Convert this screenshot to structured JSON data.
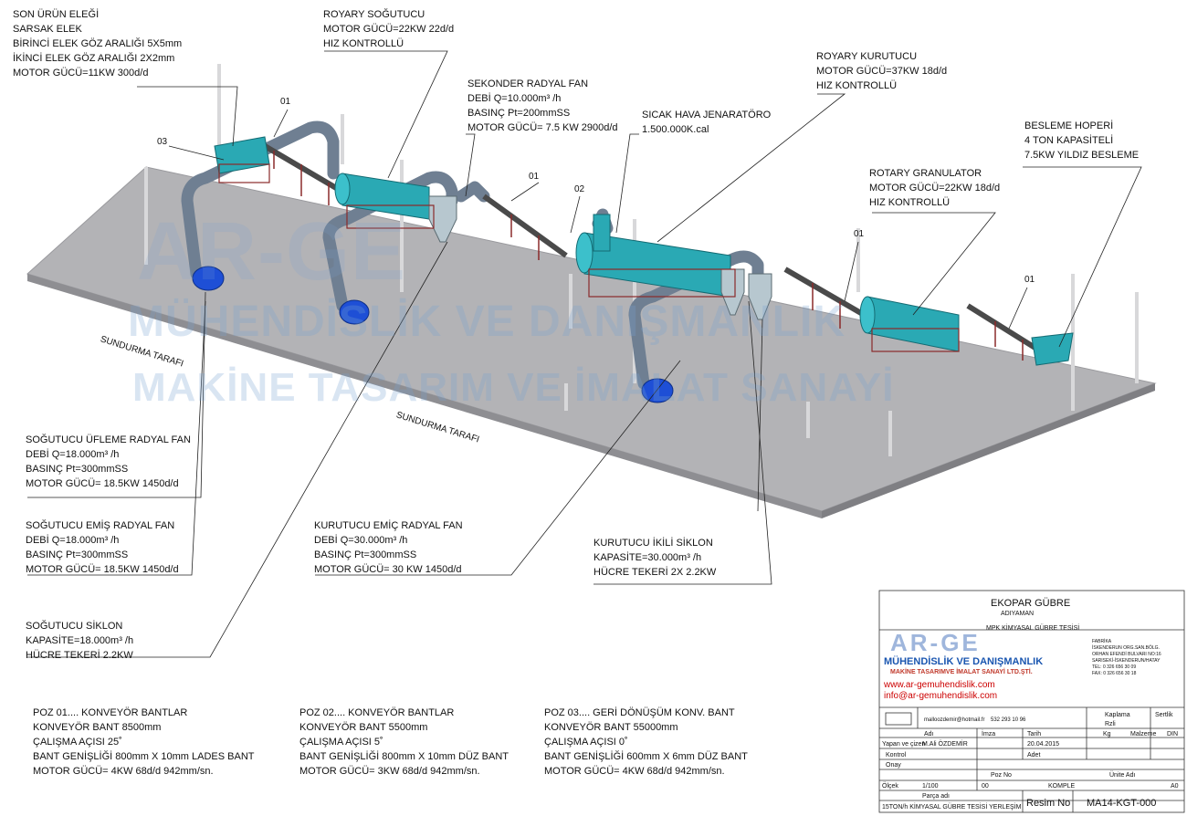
{
  "labels": {
    "sarsak": [
      "SON ÜRÜN ELEĞİ",
      "SARSAK ELEK",
      "BİRİNCİ ELEK GÖZ ARALIĞI 5X5mm",
      "İKİNCİ ELEK GÖZ ARALIĞI 2X2mm",
      "MOTOR GÜCÜ=11KW 300d/d"
    ],
    "sogutucu": [
      "ROYARY SOĞUTUCU",
      "MOTOR GÜCÜ=22KW 22d/d",
      "HIZ KONTROLLÜ"
    ],
    "kurutucu": [
      "ROYARY KURUTUCU",
      "MOTOR GÜCÜ=37KW 18d/d",
      "HIZ KONTROLLÜ"
    ],
    "sekonder": [
      "SEKONDER RADYAL FAN",
      "DEBİ  Q=10.000m³ /h",
      "BASINÇ Pt=200mmSS",
      "MOTOR GÜCÜ= 7.5 KW 2900d/d"
    ],
    "jenerator": [
      "SICAK HAVA JENARATÖRO",
      "1.500.000K.cal"
    ],
    "hoper": [
      "BESLEME HOPERİ",
      "4 TON KAPASİTELİ",
      "7.5KW YILDIZ BESLEME"
    ],
    "granulator": [
      "ROTARY GRANULATOR",
      "MOTOR GÜCÜ=22KW 18d/d",
      "HIZ KONTROLLÜ"
    ],
    "ufleme": [
      "SOĞUTUCU ÜFLEME RADYAL FAN",
      "DEBİ  Q=18.000m³ /h",
      "BASINÇ Pt=300mmSS",
      "MOTOR GÜCÜ= 18.5KW 1450d/d"
    ],
    "emis": [
      "SOĞUTUCU EMİŞ RADYAL FAN",
      "DEBİ  Q=18.000m³ /h",
      "BASINÇ Pt=300mmSS",
      "MOTOR GÜCÜ= 18.5KW 1450d/d"
    ],
    "kurutucu_fan": [
      "KURUTUCU EMİÇ RADYAL FAN",
      "DEBİ  Q=30.000m³ /h",
      "BASINÇ Pt=300mmSS",
      "MOTOR GÜCÜ= 30 KW 1450d/d"
    ],
    "ikili_siklon": [
      "KURUTUCU İKİLİ SİKLON",
      "KAPASİTE=30.000m³ /h",
      "HÜCRE TEKERİ 2X 2.2KW"
    ],
    "sog_siklon": [
      "SOĞUTUCU SİKLON",
      "KAPASİTE=18.000m³ /h",
      "HÜCRE TEKERİ  2.2KW"
    ],
    "poz01": [
      "POZ 01.... KONVEYÖR BANTLAR",
      "KONVEYÖR BANT 8500mm",
      "ÇALIŞMA AÇISI 25˚",
      "BANT GENİŞLİĞİ 800mm X 10mm  LADES BANT",
      "MOTOR GÜCÜ= 4KW 68d/d 942mm/sn."
    ],
    "poz02": [
      "POZ 02.... KONVEYÖR BANTLAR",
      "KONVEYÖR BANT 5500mm",
      "ÇALIŞMA AÇISI 5˚",
      "BANT GENİŞLİĞİ 800mm X 10mm  DÜZ BANT",
      "MOTOR GÜCÜ= 3KW 68d/d 942mm/sn."
    ],
    "poz03": [
      "POZ 03.... GERİ DÖNÜŞÜM KONV. BANT",
      "KONVEYÖR BANT 55000mm",
      "ÇALIŞMA AÇISI 0˚",
      "BANT GENİŞLİĞİ 600mm X 6mm  DÜZ BANT",
      "MOTOR GÜCÜ= 4KW 68d/d 942mm/sn."
    ]
  },
  "tags": {
    "t01a": "01",
    "t03": "03",
    "t01b": "01",
    "t02": "02",
    "t01c": "01",
    "t01d": "01"
  },
  "sundurma": "SUNDURMA TARAFI",
  "watermark": {
    "logo": "AR-GE",
    "line1": "MÜHENDİSLİK VE DANIŞMANLIK",
    "line2": "MAKİNE TASARIM VE İMALAT SANAYİ"
  },
  "title_block": {
    "project": "EKOPAR GÜBRE",
    "city": "ADIYAMAN",
    "subtitle": "MPK KİMYASAL GÜBRE TESİSİ",
    "company_logo": "AR-GE",
    "company1": "MÜHENDİSLİK VE DANIŞMANLIK",
    "company2": "MAKİNE TASARIMVE İMALAT SANAYİ LTD.ŞTİ.",
    "address": [
      "FABRİKA",
      "İSKENDERUN ORG.SAN.BÖLG.",
      "ORHAN EFENDİ BULVARI NO:16",
      "SARISEKİ-İSKENDERUN/HATAY",
      "TEL: 0 326 656 30 09",
      "FAX: 0 326 656 30 18"
    ],
    "web": "www.ar-gemuhendislik.com",
    "mail": "info@ar-gemuhendislik.com",
    "contact_mail": "malloozdemir@hotmail.fr",
    "phone": "532 293 10 96",
    "kaplama": "Kaplama",
    "sertlik": "Sertlik",
    "rzli": "Rzli",
    "adi": "Adı",
    "imza": "İmza",
    "tarih": "Tarih",
    "kg": "Kg",
    "malzeme": "Malzeme",
    "din": "DIN",
    "yapan": "Yapan ve çizen",
    "yapan_name": "M.Ali ÖZDEMİR",
    "yapan_date": "20.04.2015",
    "kontrol": "Kontrol",
    "adet": "Adet",
    "onay": "Onay",
    "poz_no": "Poz No",
    "unite_adi": "Ünite Adı",
    "olcek": "Ölçek",
    "olcek_val": "1/100",
    "olcek_poz": "00",
    "komple": "KOMPLE",
    "a0": "A0",
    "parca_adi": "Parça adı",
    "parca_val": "15TON/h  KİMYASAL GÜBRE TESİSİ YERLEŞİM",
    "resim_no": "Resim No",
    "resim_val": "MA14-KGT-000"
  },
  "colors": {
    "floor": "#b3b3b6",
    "machine": "#2aa9b4",
    "duct": "#6f7f92",
    "fan": "#1e4fd6",
    "frame": "#8a2a2a",
    "belt": "#4a4a4a"
  }
}
